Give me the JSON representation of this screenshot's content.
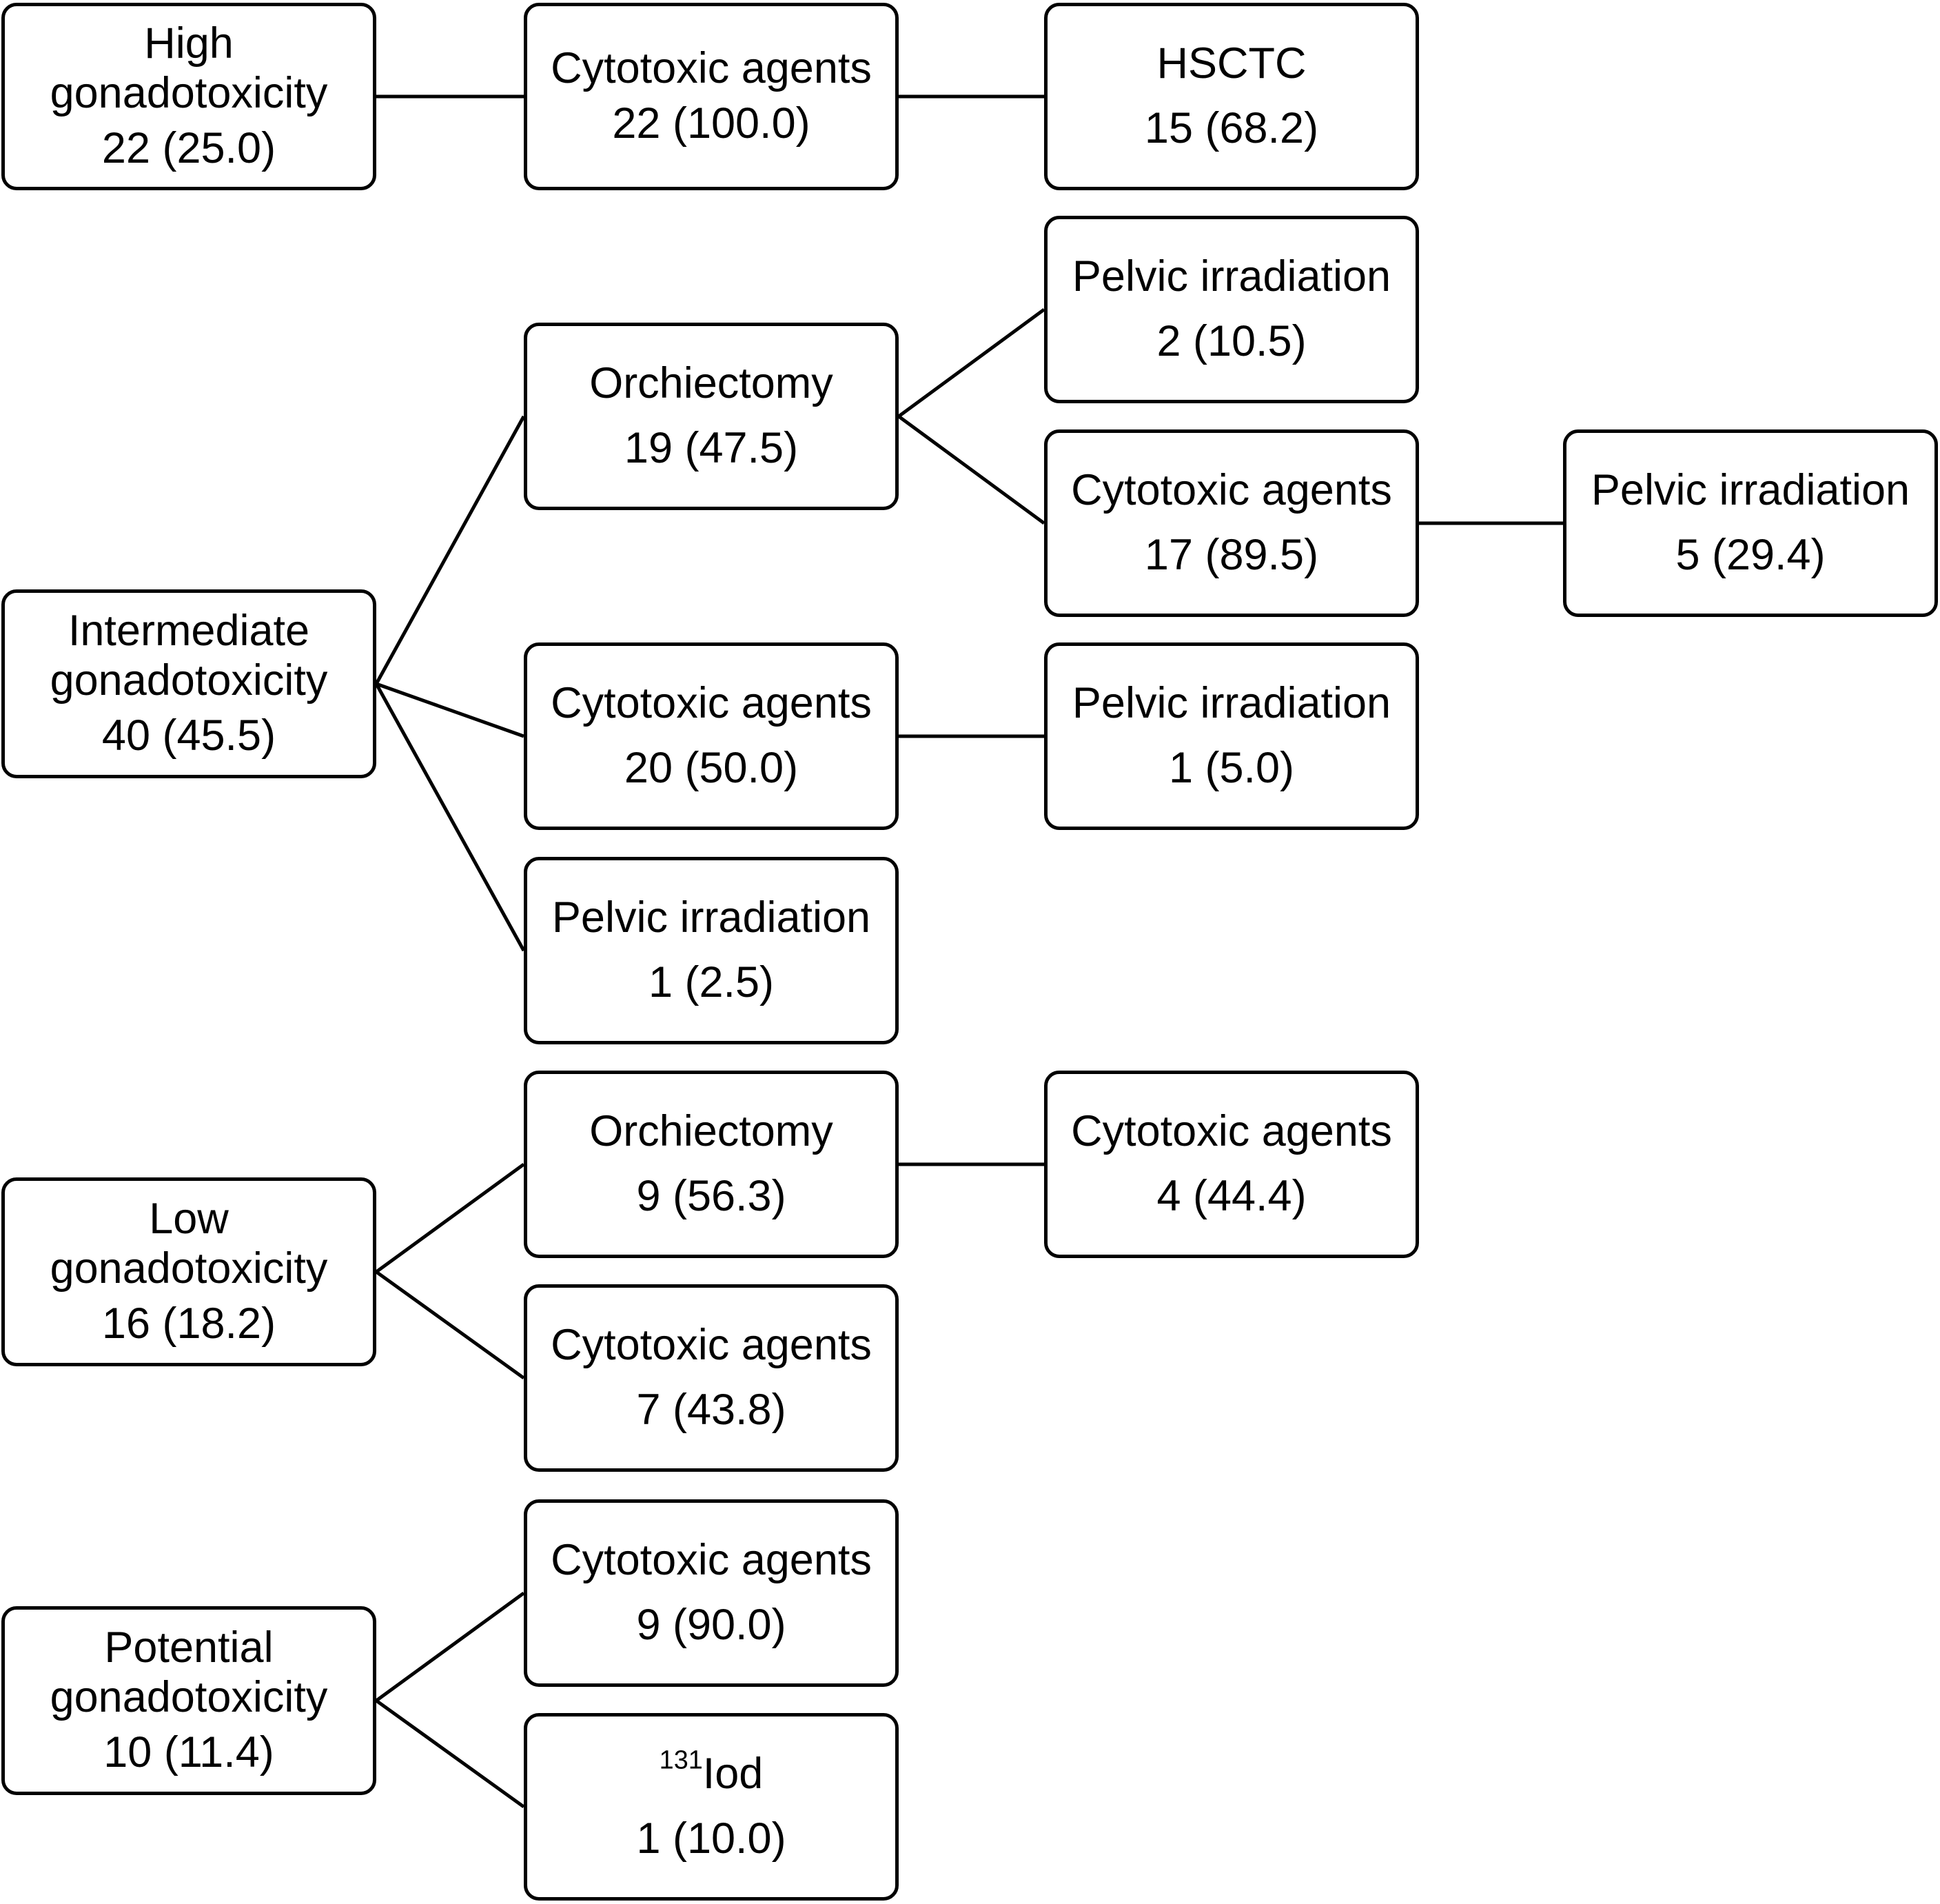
{
  "theme": {
    "line_color": "#000000",
    "box_border": "#000000",
    "box_fill": "#ffffff"
  },
  "nodes": {
    "high": {
      "label": "High\ngonadotoxicity",
      "count": "22 (25.0)"
    },
    "high_cyto": {
      "label": "Cytotoxic agents",
      "count": "22 (100.0)"
    },
    "high_cyto_hsctc": {
      "label": "HSCTC",
      "count": "15 (68.2)"
    },
    "inter": {
      "label": "Intermediate\ngonadotoxicity",
      "count": "40 (45.5)"
    },
    "inter_orch": {
      "label": "Orchiectomy",
      "count": "19 (47.5)"
    },
    "inter_orch_pelvic": {
      "label": "Pelvic irradiation",
      "count": "2 (10.5)"
    },
    "inter_orch_cyto": {
      "label": "Cytotoxic agents",
      "count": "17 (89.5)"
    },
    "inter_orch_cyto_pelvic": {
      "label": "Pelvic irradiation",
      "count": "5 (29.4)"
    },
    "inter_cyto": {
      "label": "Cytotoxic agents",
      "count": "20 (50.0)"
    },
    "inter_cyto_pelvic": {
      "label": "Pelvic irradiation",
      "count": "1 (5.0)"
    },
    "inter_pelvic": {
      "label": "Pelvic irradiation",
      "count": "1 (2.5)"
    },
    "low": {
      "label": "Low\ngonadotoxicity",
      "count": "16 (18.2)"
    },
    "low_orch": {
      "label": "Orchiectomy",
      "count": "9 (56.3)"
    },
    "low_orch_cyto": {
      "label": "Cytotoxic agents",
      "count": "4 (44.4)"
    },
    "low_cyto": {
      "label": "Cytotoxic agents",
      "count": "7 (43.8)"
    },
    "pot": {
      "label": "Potential\ngonadotoxicity",
      "count": "10 (11.4)"
    },
    "pot_cyto": {
      "label": "Cytotoxic agents",
      "count": "9 (90.0)"
    },
    "pot_iod": {
      "label_sup": "131",
      "label": "Iod",
      "count": "1 (10.0)"
    }
  },
  "edges": [
    [
      "high",
      "high_cyto"
    ],
    [
      "high_cyto",
      "high_cyto_hsctc"
    ],
    [
      "inter",
      "inter_orch"
    ],
    [
      "inter",
      "inter_cyto"
    ],
    [
      "inter",
      "inter_pelvic"
    ],
    [
      "inter_orch",
      "inter_orch_pelvic"
    ],
    [
      "inter_orch",
      "inter_orch_cyto"
    ],
    [
      "inter_orch_cyto",
      "inter_orch_cyto_pelvic"
    ],
    [
      "inter_cyto",
      "inter_cyto_pelvic"
    ],
    [
      "low",
      "low_orch"
    ],
    [
      "low",
      "low_cyto"
    ],
    [
      "low_orch",
      "low_orch_cyto"
    ],
    [
      "pot",
      "pot_cyto"
    ],
    [
      "pot",
      "pot_iod"
    ]
  ]
}
